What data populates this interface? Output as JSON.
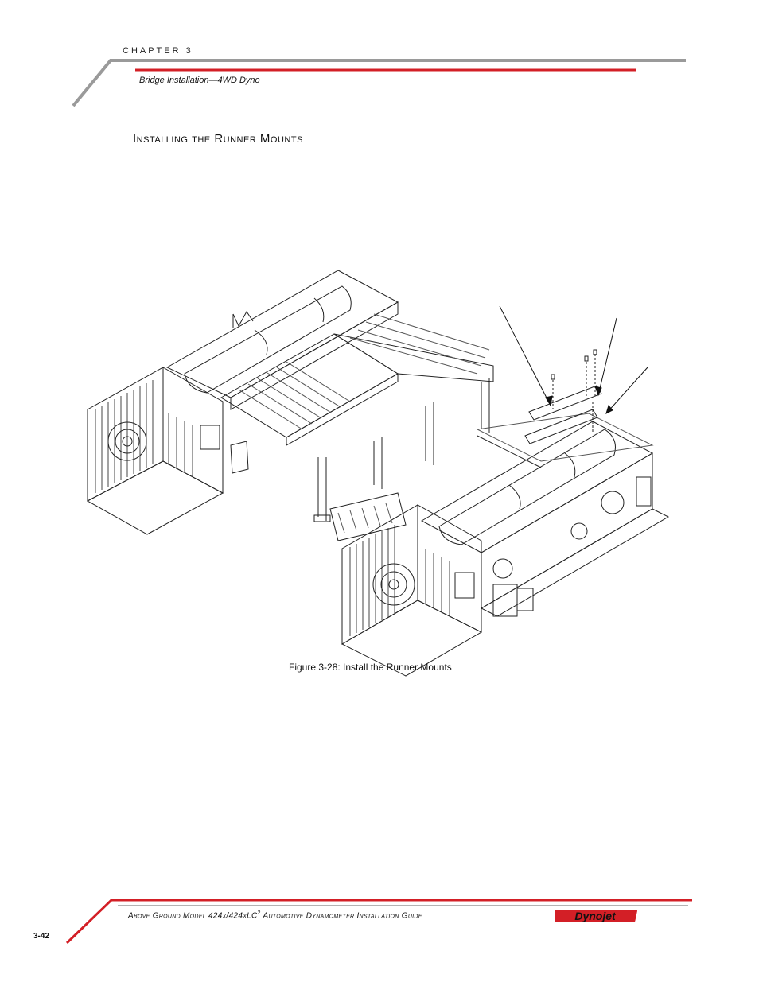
{
  "header": {
    "chapter": "CHAPTER 3",
    "subtitle": "Bridge Installation—4WD Dyno"
  },
  "section": {
    "title": "Installing the Runner Mounts"
  },
  "figure": {
    "caption": "Figure 3-28: Install the Runner Mounts"
  },
  "footer": {
    "title_main": "Above Ground Model 424x/424xLC",
    "title_sup": "2",
    "title_rest": " Automotive Dynamometer Installation Guide",
    "page_number": "3-42",
    "logo_text": "Dynojet"
  },
  "colors": {
    "accent_red": "#d31f26",
    "rule_gray": "#9a9a9a"
  }
}
